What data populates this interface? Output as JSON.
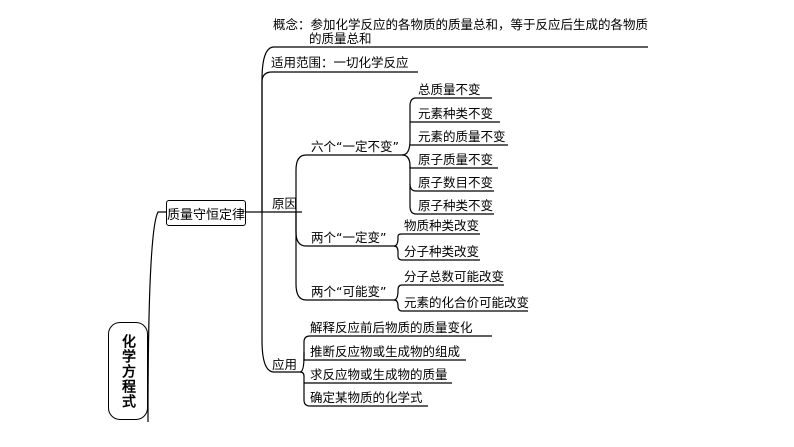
{
  "root": "化学方程式",
  "law": "质量守恒定律",
  "concept_line1": "概念：参加化学反应的各物质的质量总和，等于反应后生成的各物质",
  "concept_line2": "的质量总和",
  "scope": "适用范围：一切化学反应",
  "reason": {
    "label": "原因",
    "groups": [
      {
        "label": "六个“一定不变”",
        "items": [
          "总质量不变",
          "元素种类不变",
          "元素的质量不变",
          "原子质量不变",
          "原子数目不变",
          "原子种类不变"
        ]
      },
      {
        "label": "两个“一定变”",
        "items": [
          "物质种类改变",
          "分子种类改变"
        ]
      },
      {
        "label": "两个“可能变”",
        "items": [
          "分子总数可能改变",
          "元素的化合价可能改变"
        ]
      }
    ]
  },
  "application": {
    "label": "应用",
    "items": [
      "解释反应前后物质的质量变化",
      "推断反应物或生成物的组成",
      "求反应物或生成物的质量",
      "确定某物质的化学式"
    ]
  }
}
